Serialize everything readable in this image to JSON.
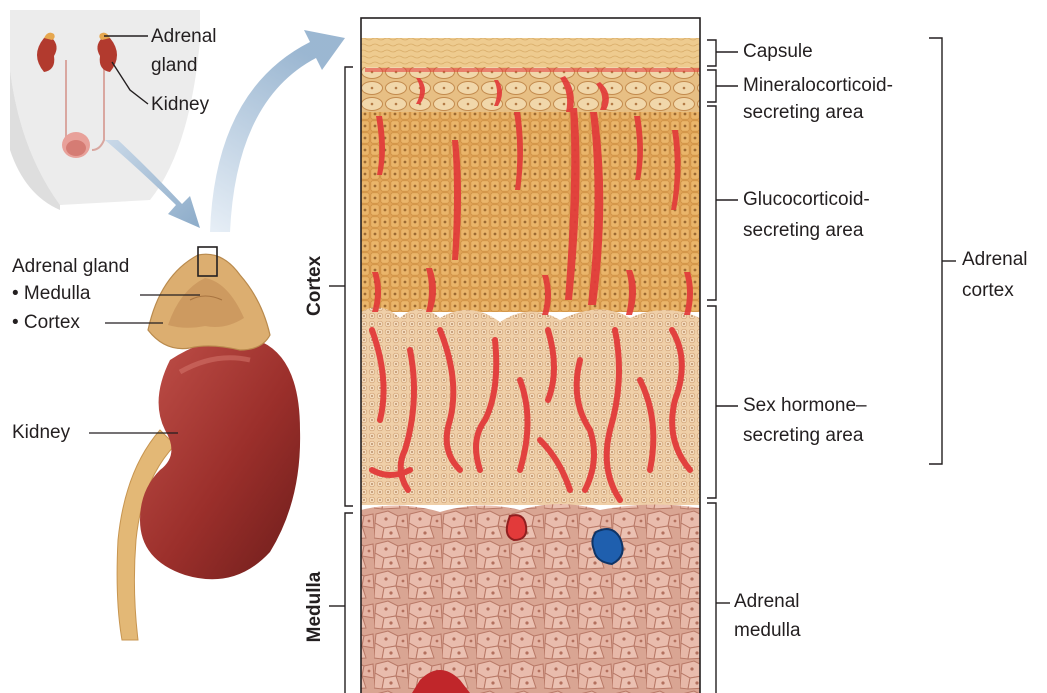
{
  "overview": {
    "adrenal_label": "Adrenal\ngland",
    "adrenal_line1": "Adrenal",
    "adrenal_line2": "gland",
    "kidney_label": "Kidney"
  },
  "gland_callouts": {
    "adrenal_gland": "Adrenal gland",
    "medulla": "• Medulla",
    "cortex": "• Cortex",
    "kidney": "Kidney"
  },
  "section_axis": {
    "cortex": "Cortex",
    "medulla": "Medulla"
  },
  "zones": {
    "capsule": "Capsule",
    "mineralocorticoid_1": "Mineralocorticoid-",
    "mineralocorticoid_2": "secreting area",
    "glucocorticoid_1": "Glucocorticoid-",
    "glucocorticoid_2": "secreting area",
    "sex_hormone_1": "Sex hormone–",
    "sex_hormone_2": "secreting area",
    "adrenal_medulla_1": "Adrenal",
    "adrenal_medulla_2": "medulla"
  },
  "bracket": {
    "adrenal_cortex_1": "Adrenal",
    "adrenal_cortex_2": "cortex"
  },
  "colors": {
    "capsule": "#eecb8f",
    "zona_glomerulosa": "#e2b679",
    "zona_fasciculata": "#e0a457",
    "zona_reticularis": "#ecc9a0",
    "medulla": "#d49a87",
    "blood_vessel": "#e23a3a",
    "vein_blue": "#1f5fae",
    "kidney": "#9c2f2c",
    "arrow": "#9fb9d2"
  }
}
